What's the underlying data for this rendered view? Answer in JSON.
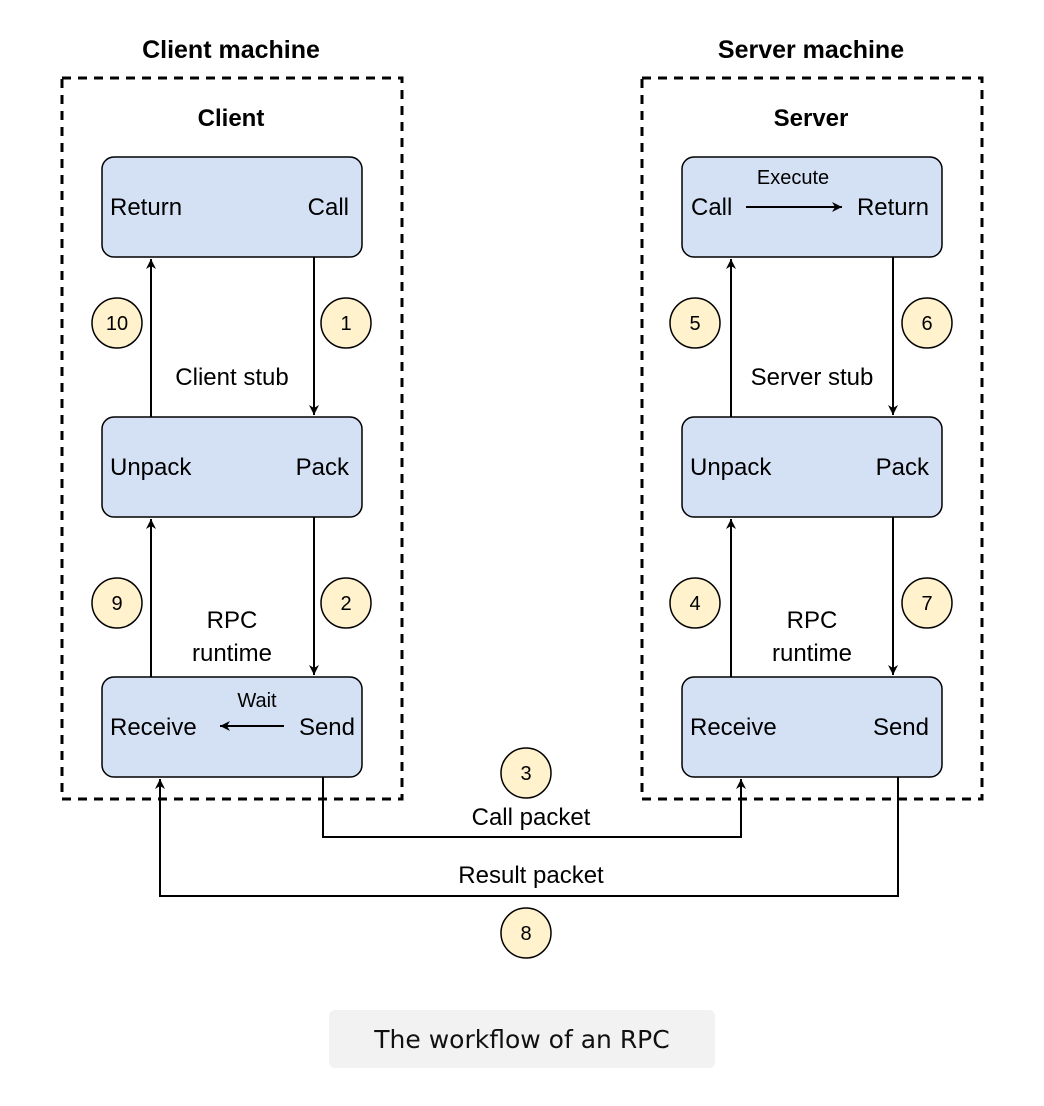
{
  "client": {
    "machine_title": "Client machine",
    "group_label": "Client",
    "top_box": {
      "left": "Return",
      "right": "Call"
    },
    "stub_label": "Client stub",
    "stub_box": {
      "left": "Unpack",
      "right": "Pack"
    },
    "runtime_label_1": "RPC",
    "runtime_label_2": "runtime",
    "runtime_box": {
      "left": "Receive",
      "right": "Send",
      "arrow_label": "Wait"
    }
  },
  "server": {
    "machine_title": "Server machine",
    "group_label": "Server",
    "top_box": {
      "left": "Call",
      "right": "Return",
      "arrow_label": "Execute"
    },
    "stub_label": "Server stub",
    "stub_box": {
      "left": "Unpack",
      "right": "Pack"
    },
    "runtime_label_1": "RPC",
    "runtime_label_2": "runtime",
    "runtime_box": {
      "left": "Receive",
      "right": "Send"
    }
  },
  "steps": [
    "1",
    "2",
    "3",
    "4",
    "5",
    "6",
    "7",
    "8",
    "9",
    "10"
  ],
  "network": {
    "call_packet": "Call packet",
    "result_packet": "Result packet"
  },
  "caption": "The workflow of an RPC",
  "colors": {
    "box_fill": "#d4e1f5",
    "badge_fill": "#fff2cc",
    "caption_bg": "#f2f2f2"
  }
}
